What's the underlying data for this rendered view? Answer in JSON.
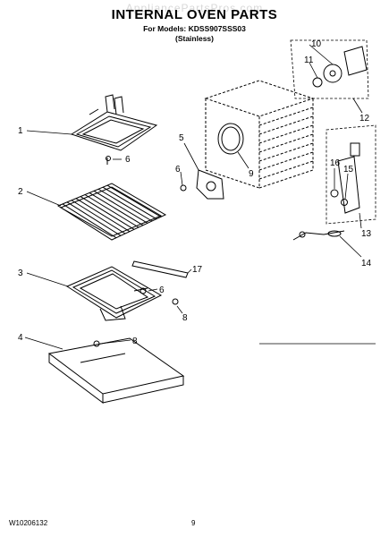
{
  "watermark": "AppliancePartsPros.com",
  "title": "INTERNAL OVEN PARTS",
  "models_line": "For Models: KDSS907SSS03",
  "finish": "(Stainless)",
  "footer": {
    "doc_number": "W10206132",
    "page_number": "9"
  },
  "callouts": {
    "c1": "1",
    "c2": "2",
    "c3": "3",
    "c4": "4",
    "c5": "5",
    "c6a": "6",
    "c6b": "6",
    "c6c": "6",
    "c8a": "8",
    "c8b": "8",
    "c9": "9",
    "c10": "10",
    "c11": "11",
    "c12": "12",
    "c13": "13",
    "c14": "14",
    "c15": "15",
    "c16": "16",
    "c17": "17"
  },
  "colors": {
    "ink": "#000000",
    "watermark": "#d8d8d8",
    "background": "#ffffff"
  }
}
